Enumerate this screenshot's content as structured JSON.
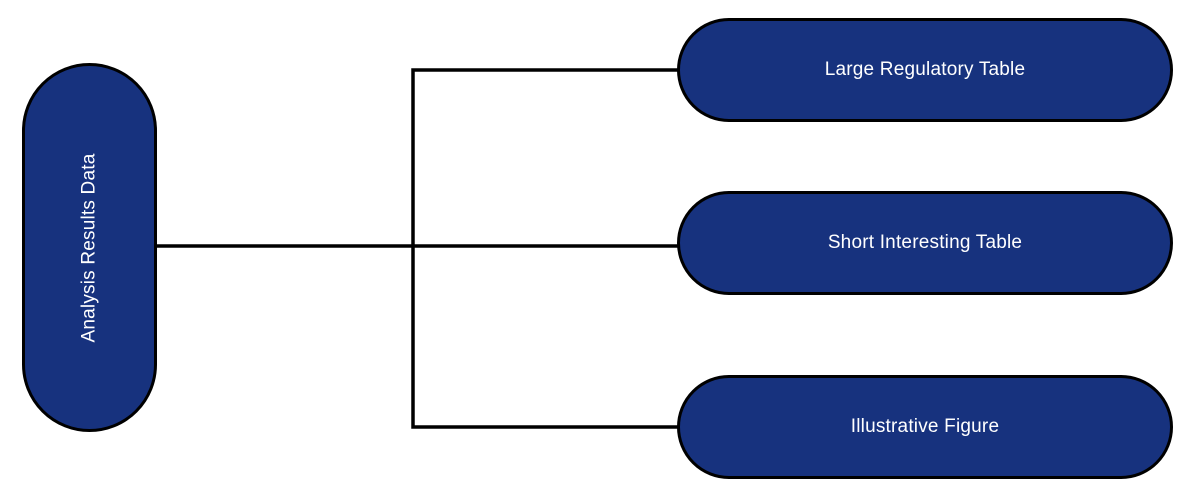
{
  "diagram": {
    "type": "flowchart-left-to-right",
    "root": {
      "label": "Analysis Results Data",
      "shape": "stadium-vertical"
    },
    "children": [
      {
        "label": "Large Regulatory Table",
        "shape": "stadium"
      },
      {
        "label": "Short Interesting Table",
        "shape": "stadium"
      },
      {
        "label": "Illustrative Figure",
        "shape": "stadium"
      }
    ],
    "colors": {
      "node_fill": "#17327e",
      "node_border": "#000000",
      "node_text": "#ffffff",
      "line": "#000000",
      "background": "#ffffff"
    }
  }
}
